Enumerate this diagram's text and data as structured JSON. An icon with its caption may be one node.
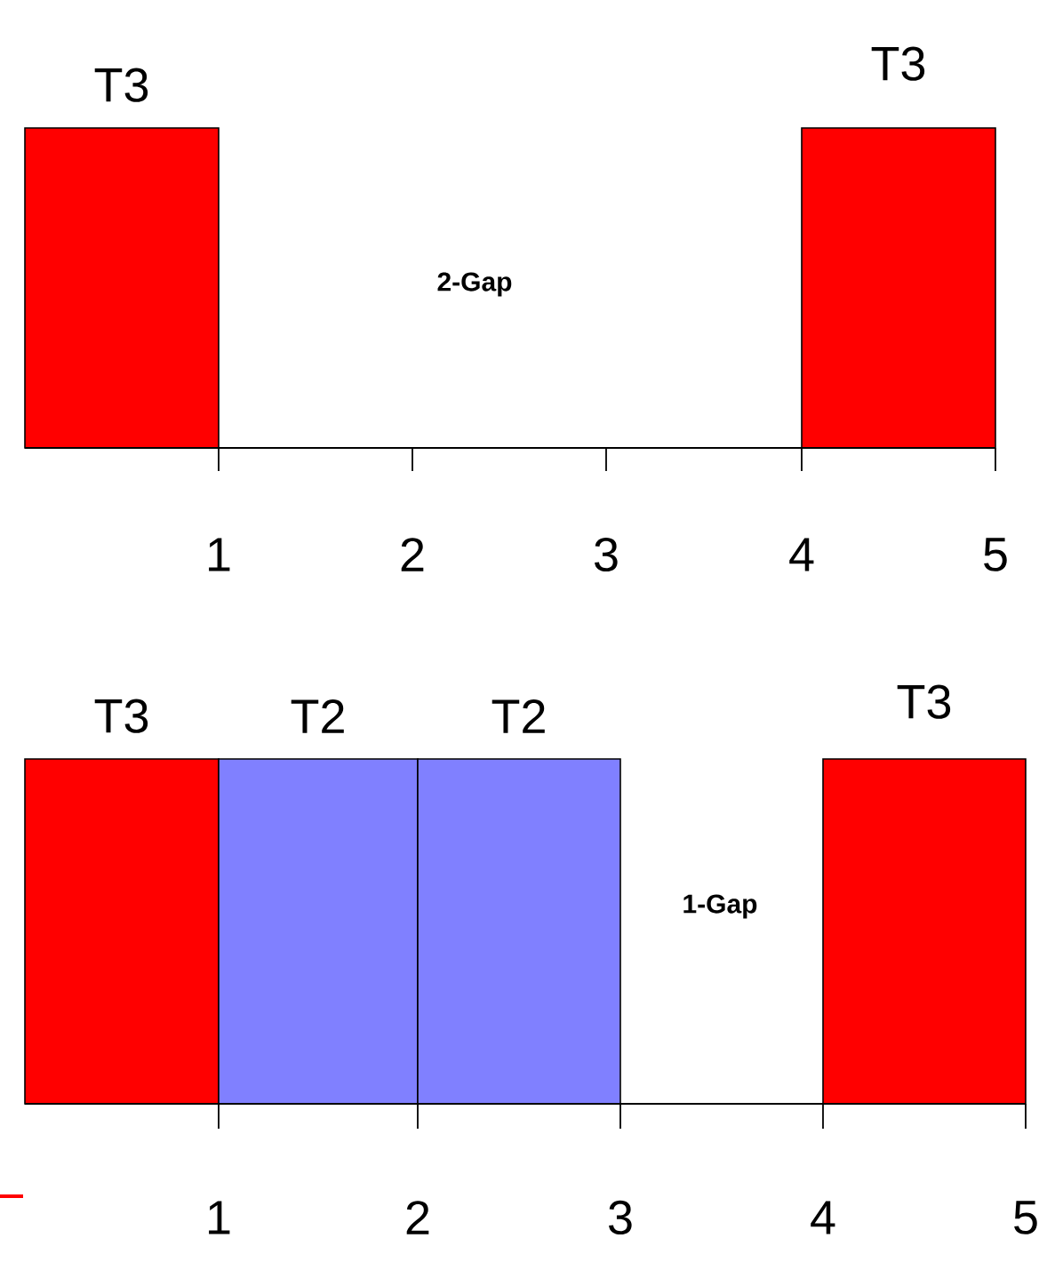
{
  "diagram": {
    "nodes": [
      {
        "text": [
          "T3"
        ]
      },
      {
        "text": [
          "T3"
        ]
      },
      {
        "text": [
          "T3"
        ]
      },
      {
        "text": [
          "T2"
        ]
      },
      {
        "text": [
          "T2"
        ]
      },
      {
        "text": [
          "T3"
        ]
      }
    ],
    "labels": [
      "2-Gap",
      "1",
      "2",
      "3",
      "4",
      "5",
      "1-Gap",
      "1",
      "2",
      "3",
      "4",
      "5"
    ]
  }
}
